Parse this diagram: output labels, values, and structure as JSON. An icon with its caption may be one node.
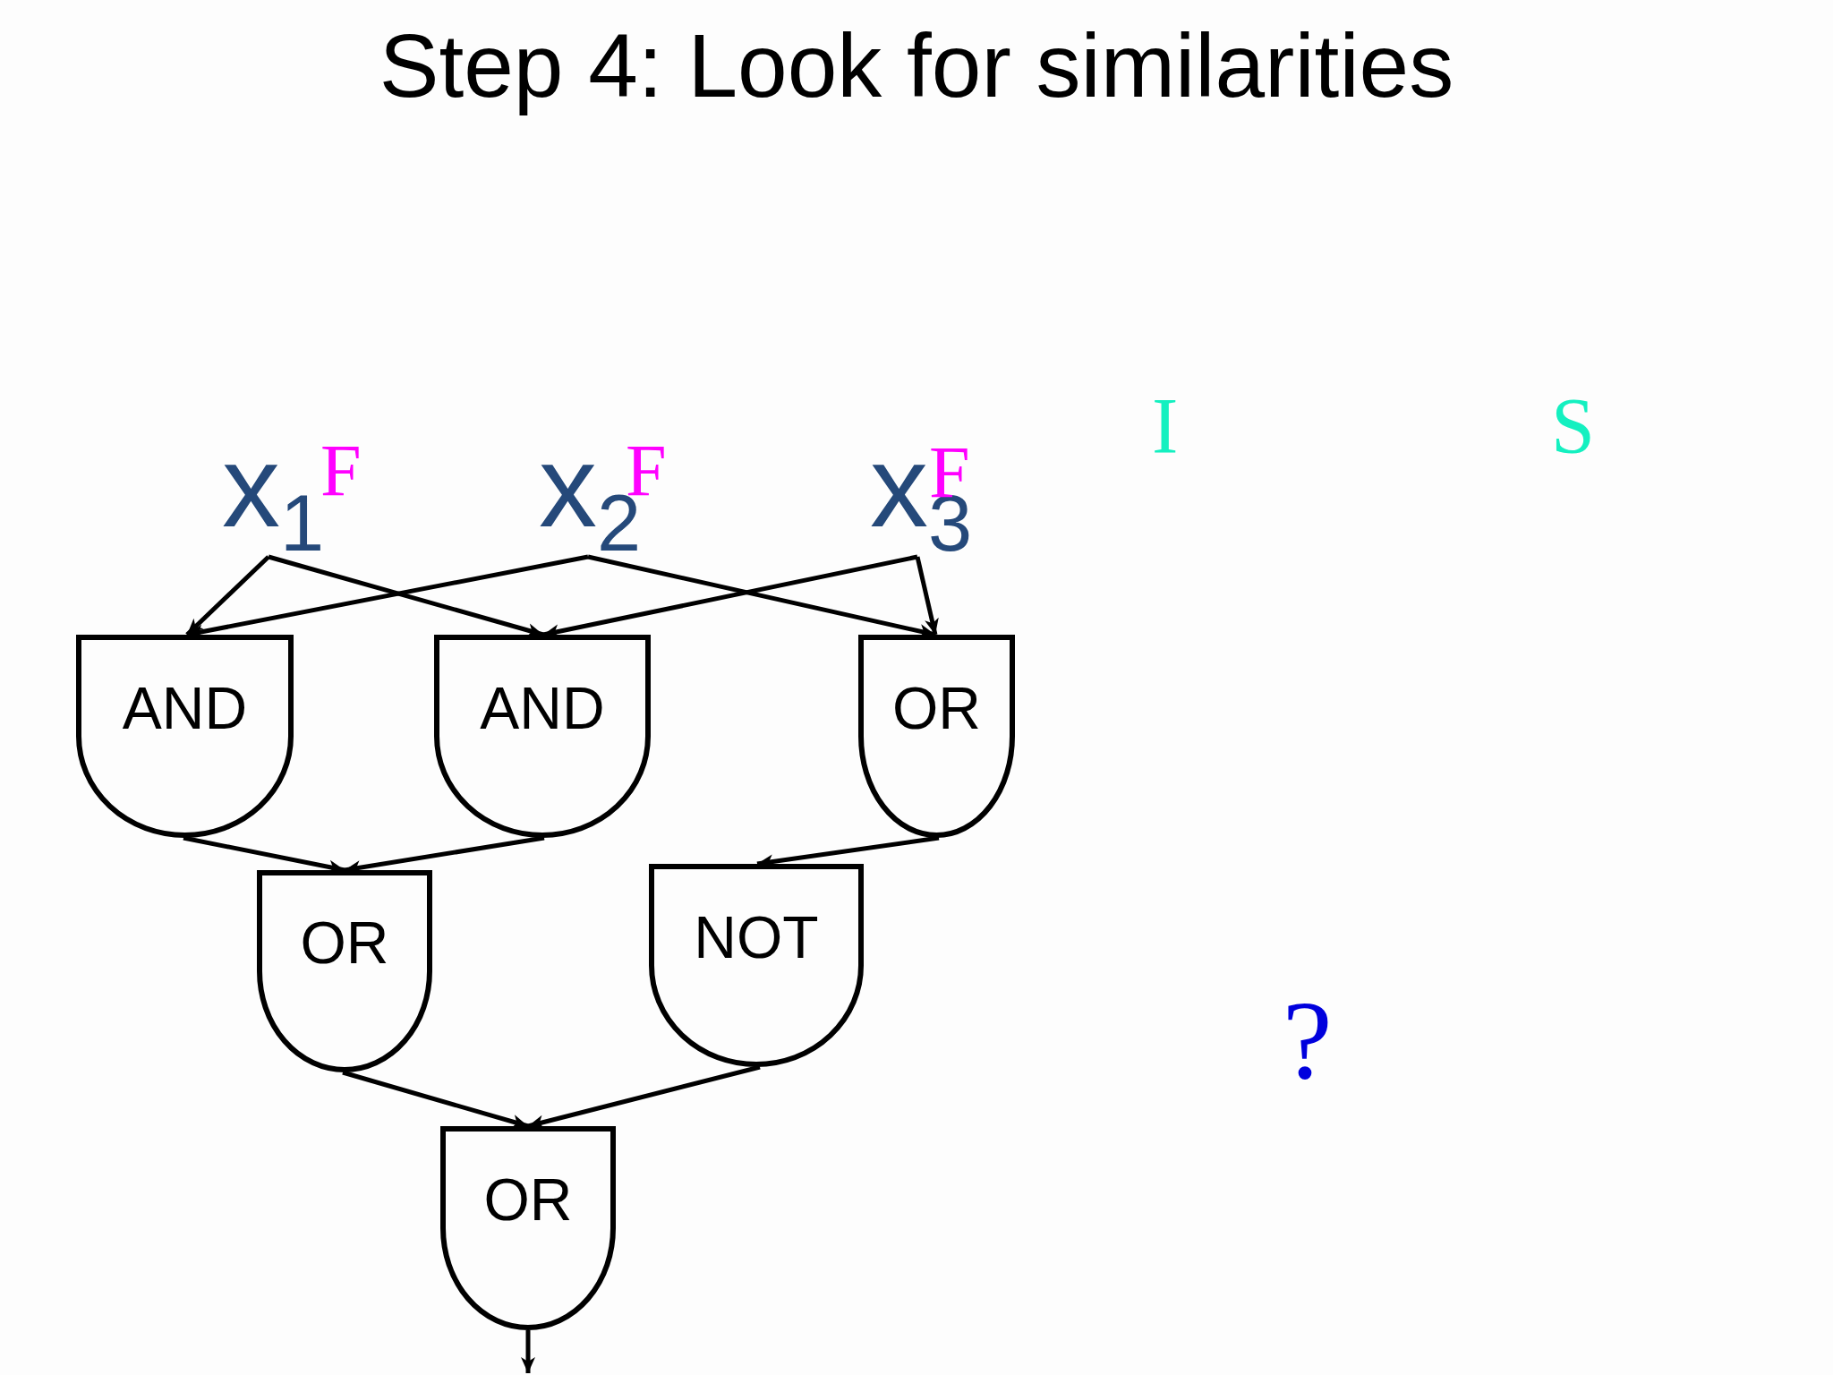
{
  "diagram": {
    "title": "Step 4: Look for similarities",
    "nodes": [
      {
        "text": [
          "x$_{1}$"
        ],
        "beside": [
          "F"
        ]
      },
      {
        "text": [
          "x$_{2}$"
        ],
        "beside": [
          "F"
        ]
      },
      {
        "text": [
          "x$_{3}$"
        ],
        "beside": [
          "F"
        ]
      },
      {
        "text": [
          "AND"
        ]
      },
      {
        "text": [
          "AND"
        ]
      },
      {
        "text": [
          "OR"
        ]
      },
      {
        "text": [
          "OR"
        ]
      },
      {
        "text": [
          "NOT"
        ]
      },
      {
        "text": [
          "OR"
        ]
      }
    ],
    "edges": [
      {
        "from": 0,
        "to": 3,
        "arrow": "to"
      },
      {
        "from": 0,
        "to": 4,
        "arrow": "to"
      },
      {
        "from": 1,
        "to": 3,
        "arrow": "to"
      },
      {
        "from": 1,
        "to": 5,
        "arrow": "to"
      },
      {
        "from": 2,
        "to": 4,
        "arrow": "to"
      },
      {
        "from": 2,
        "to": 5,
        "arrow": "to"
      },
      {
        "from": 3,
        "to": 6,
        "arrow": "to"
      },
      {
        "from": 4,
        "to": 6,
        "arrow": "to"
      },
      {
        "from": 5,
        "to": 7,
        "arrow": "to"
      },
      {
        "from": 6,
        "to": 8,
        "arrow": "to"
      },
      {
        "from": 7,
        "to": 8,
        "arrow": "to"
      },
      {
        "from": 8,
        "to": null,
        "arrow": "to"
      }
    ],
    "labels": [
      "I",
      "S",
      "?"
    ]
  }
}
